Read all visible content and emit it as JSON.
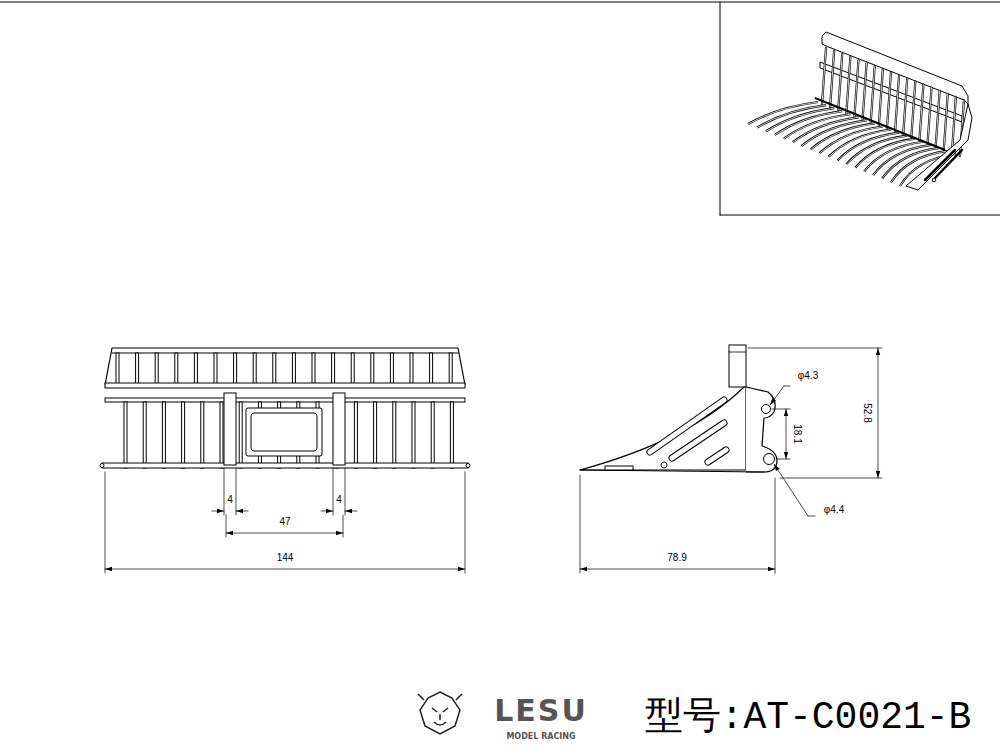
{
  "diagram": {
    "labels": [
      "4",
      "4",
      "47",
      "144",
      "φ4.3",
      "18.1",
      "52.8",
      "φ4.4",
      "78.9",
      "LESU",
      "MODEL RACING",
      "型号:AT-C0021-B"
    ]
  }
}
